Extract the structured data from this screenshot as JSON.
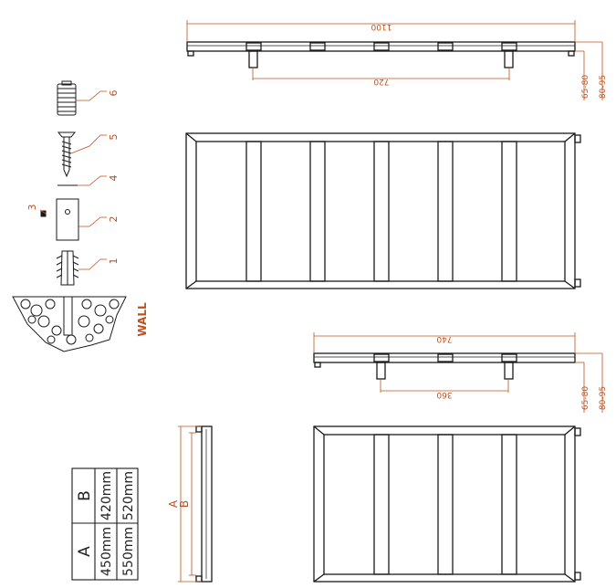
{
  "dimensions": {
    "large_width": "1100",
    "large_centres": "720",
    "small_width": "740",
    "small_centres": "360",
    "depth_wall_gap": "65-80",
    "depth_total": "80-95"
  },
  "labels": {
    "wall": "WALL",
    "a": "A",
    "b": "B"
  },
  "callouts": [
    "1",
    "2",
    "3",
    "4",
    "5",
    "6"
  ],
  "size_table": {
    "headers": [
      "A",
      "B"
    ],
    "rows": [
      [
        "450mm",
        "420mm"
      ],
      [
        "550mm",
        "520mm"
      ]
    ]
  },
  "colors": {
    "line": "#1a1a1a",
    "dimension": "#c0501c"
  }
}
